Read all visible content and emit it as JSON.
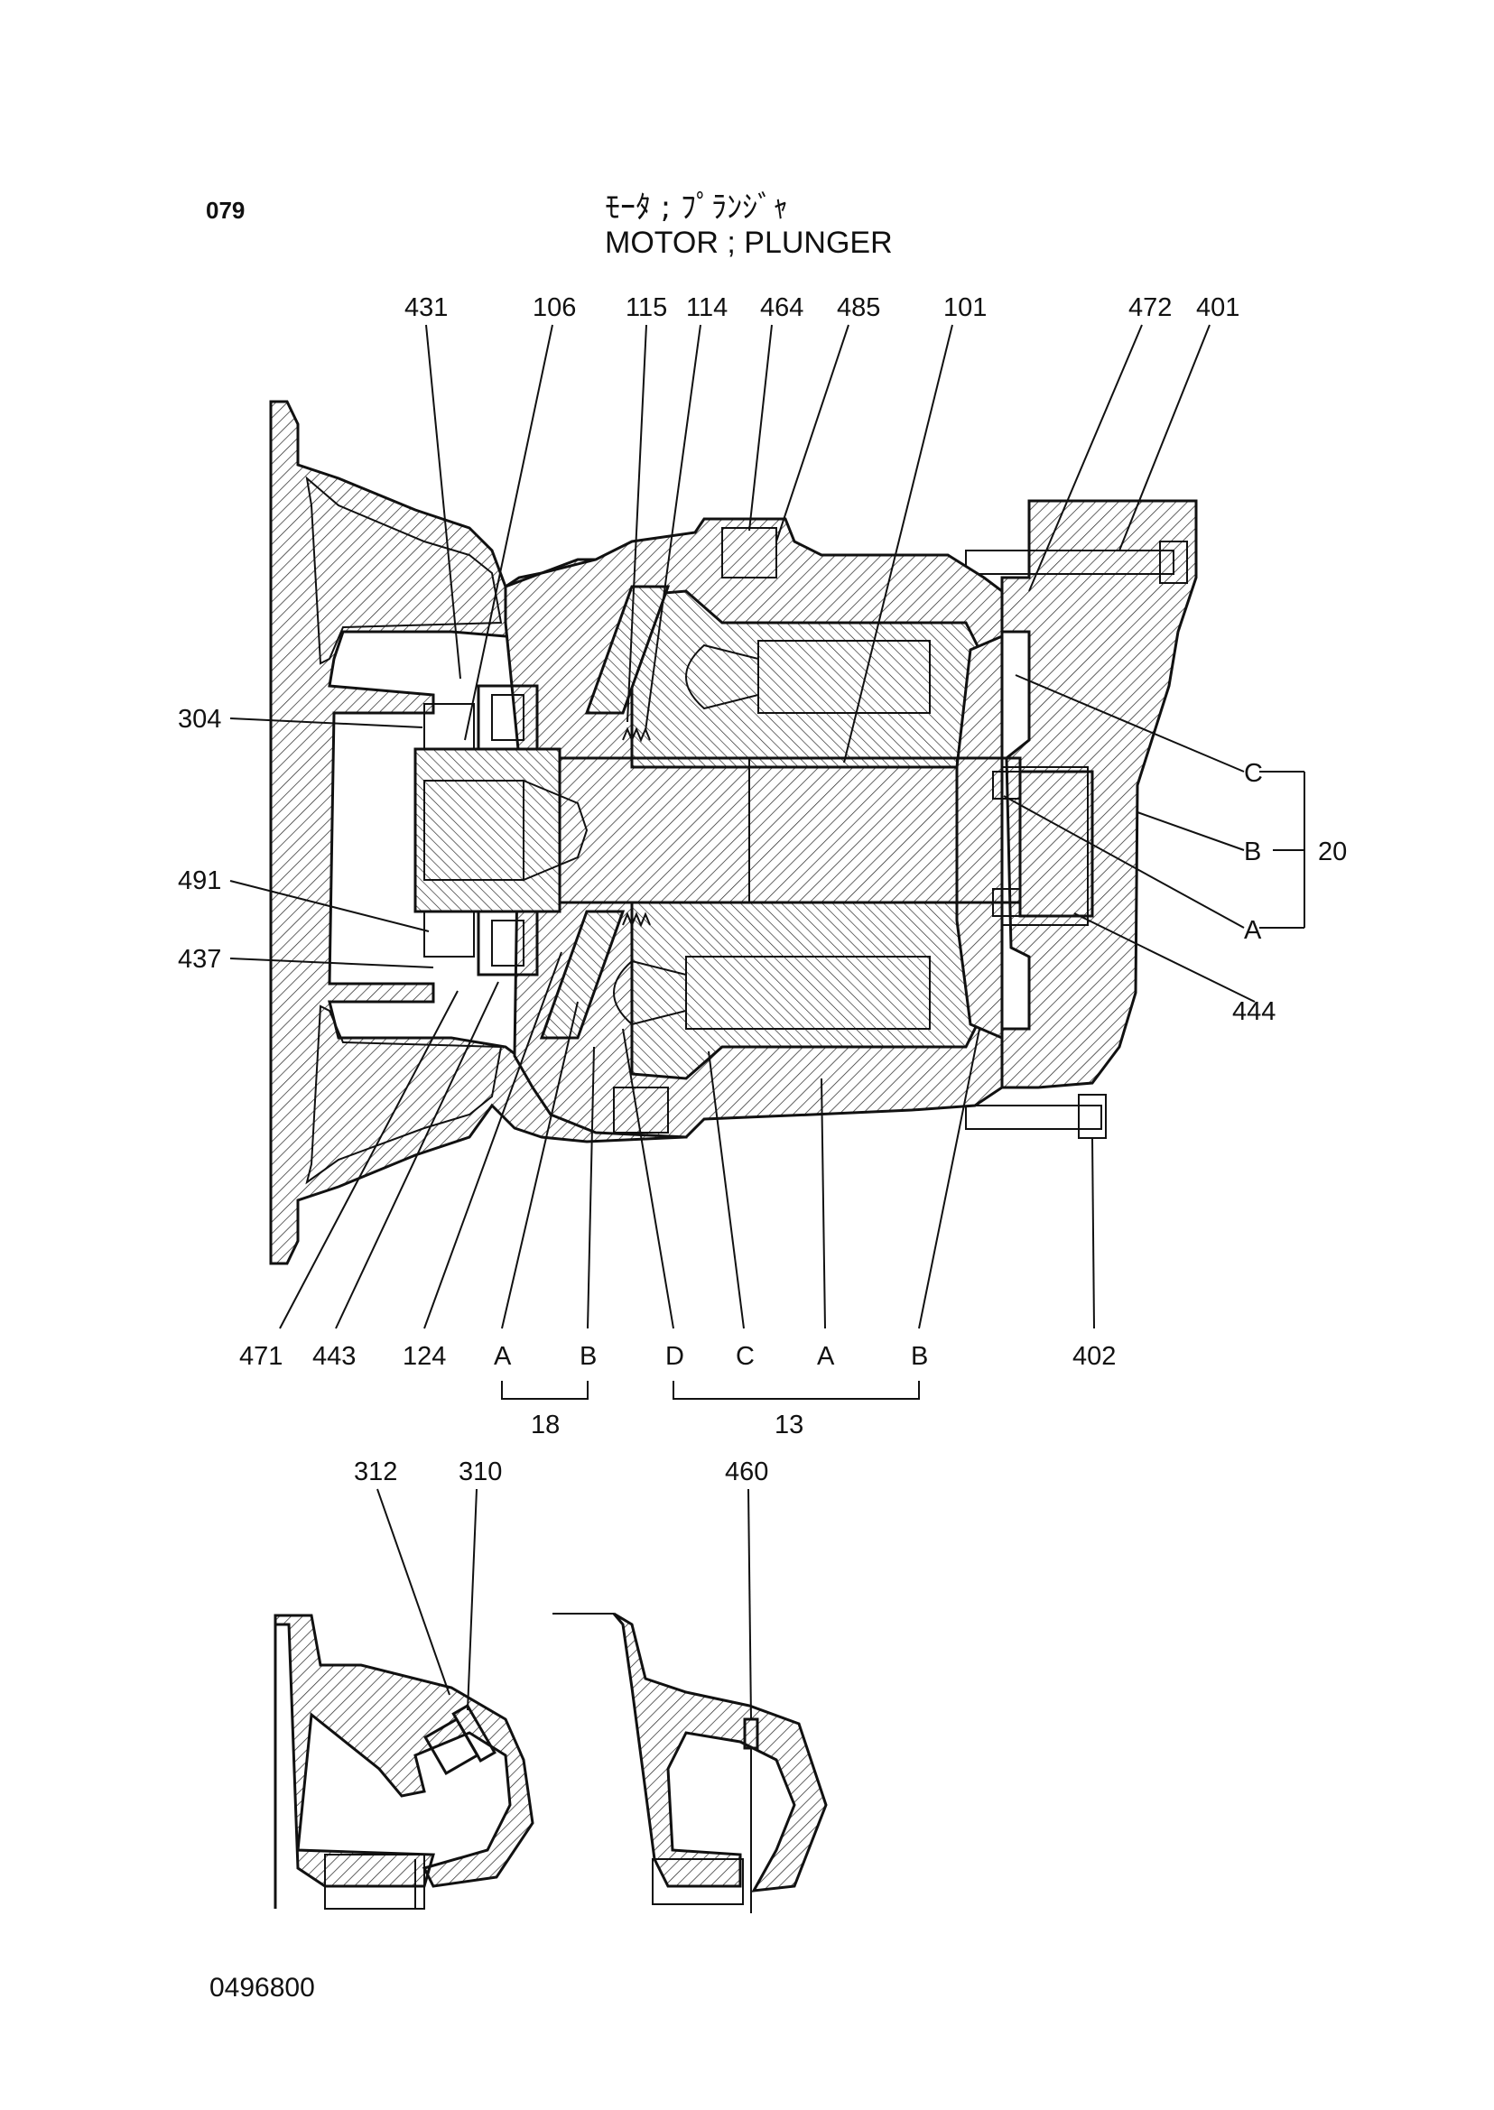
{
  "page_number": "079",
  "title": {
    "japanese": "ﾓｰﾀ ; ﾌﾟﾗﾝｼﾞｬ",
    "english": "MOTOR ; PLUNGER"
  },
  "figure_number": "0496800",
  "callouts": {
    "p431": "431",
    "p106": "106",
    "p115": "115",
    "p114": "114",
    "p464": "464",
    "p485": "485",
    "p101": "101",
    "p472": "472",
    "p401": "401",
    "p304": "304",
    "p491": "491",
    "p437": "437",
    "C_right": "C",
    "B_right": "B",
    "A_right": "A",
    "g20": "20",
    "p444": "444",
    "p471": "471",
    "p443": "443",
    "p124": "124",
    "A18": "A",
    "B18": "B",
    "g18": "18",
    "D13": "D",
    "C13": "C",
    "A13": "A",
    "B13": "B",
    "g13": "13",
    "p402": "402",
    "p312": "312",
    "p310": "310",
    "p460": "460"
  }
}
